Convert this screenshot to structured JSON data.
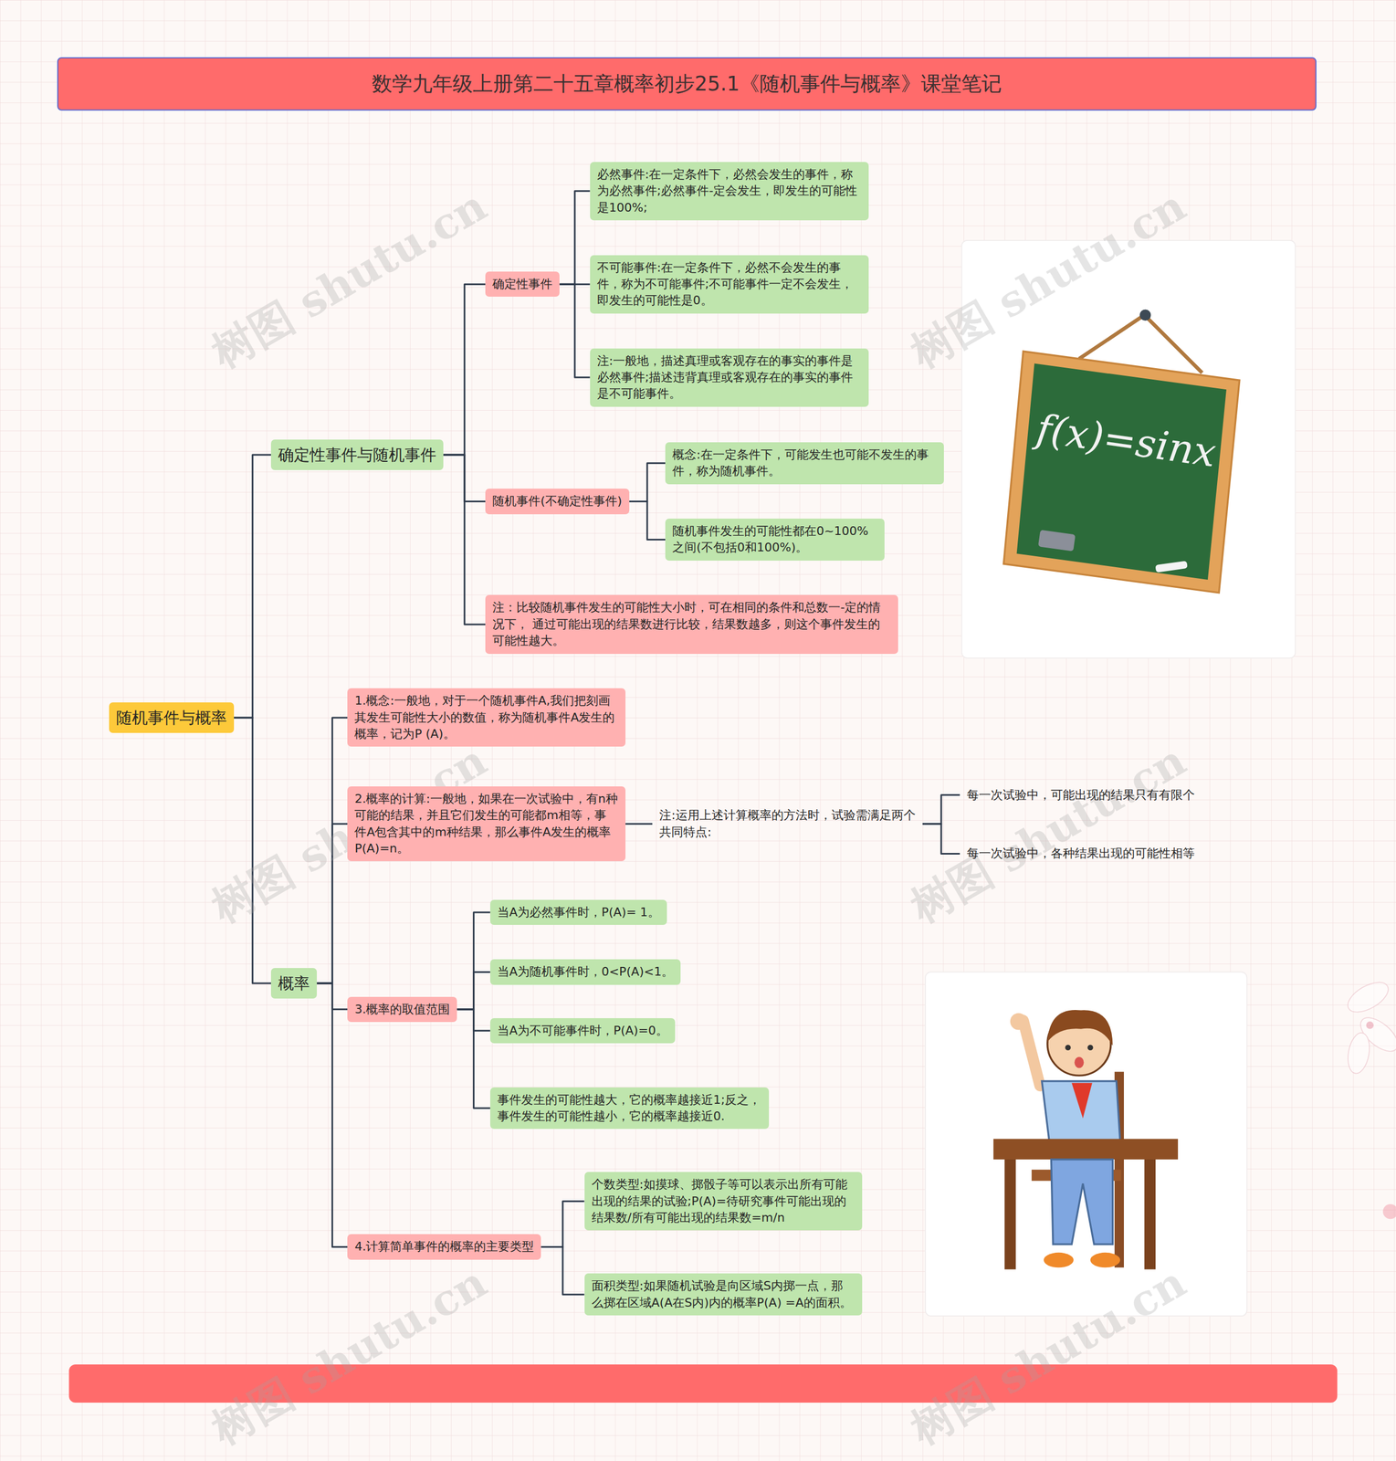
{
  "diagram": {
    "title": "数学九年级上册第二十五章概率初步25.1《随机事件与概率》课堂笔记",
    "nodes": [
      {
        "text": [
          "随机事件与概率"
        ]
      },
      {
        "text": [
          "确定性事件与随机事件"
        ]
      },
      {
        "text": [
          "确定性事件"
        ]
      },
      {
        "text": [
          "必然事件:在一定条件下，必然会发生的事件，称为必然事件;必然事件-定会发生，即发生的可能性是100%;"
        ]
      },
      {
        "text": [
          "不可能事件:在一定条件下，必然不会发生的事件，称为不可能事件;不可能事件一定不会发生， 即发生的可能性是0。"
        ]
      },
      {
        "text": [
          "注:一般地，描述真理或客观存在的事实的事件是必然事件;描述违背真理或客观存在的事实的事件是不可能事件。"
        ]
      },
      {
        "text": [
          "随机事件(不确定性事件)"
        ]
      },
      {
        "text": [
          "概念:在一定条件下，可能发生也可能不发生的事件，称为随机事件。"
        ]
      },
      {
        "text": [
          "随机事件发生的可能性都在0~100%之间(不包括0和100%)。"
        ]
      },
      {
        "text": [
          "注：比较随机事件发生的可能性大小时，可在相同的条件和总数一-定的情况下， 通过可能出现的结果数进行比较，结果数越多，则这个事件发生的可能性越大。"
        ]
      },
      {
        "text": [
          "概率"
        ]
      },
      {
        "text": [
          "1.概念:一般地，对于一个随机事件A,我们把刻画其发生可能性大小的数值，称为随机事件A发生的概率，记为P (A)。"
        ]
      },
      {
        "text": [
          "2.概率的计算:一般地，如果在一次试验中，有n种可能的结果，并且它们发生的可能都m相等，事件A包含其中的m种结果，那么事件A发生的概率P(A)=n。"
        ]
      },
      {
        "text": [
          "注:运用上述计算概率的方法时，试验需满足两个共同特点:"
        ]
      },
      {
        "text": [
          "每一次试验中，可能出现的结果只有有限个"
        ]
      },
      {
        "text": [
          "每一次试验中，各种结果出现的可能性相等"
        ]
      },
      {
        "text": [
          "3.概率的取值范围"
        ]
      },
      {
        "text": [
          "当A为必然事件时，P(A)= 1。"
        ]
      },
      {
        "text": [
          "当A为随机事件时，0<P(A)<1。"
        ]
      },
      {
        "text": [
          "当A为不可能事件时，P(A)=0。"
        ]
      },
      {
        "text": [
          "事件发生的可能性越大，它的概率越接近1;反之，事件发生的可能性越小，它的概率越接近0."
        ]
      },
      {
        "text": [
          "4.计算简单事件的概率的主要类型"
        ]
      },
      {
        "text": [
          "个数类型:如摸球、掷骰子等可以表示出所有可能出现的结果的试验;P(A)=待研究事件可能出现的结果数/所有可能出现的结果数=m/n"
        ]
      },
      {
        "text": [
          "面积类型:如果随机试验是向区域S内掷一点，那么掷在区域A(A在S内)内的概率P(A) =A的面积。"
        ]
      }
    ],
    "edges": [
      {
        "from": 0,
        "to": 1,
        "arrow": "none"
      },
      {
        "from": 0,
        "to": 10,
        "arrow": "none"
      },
      {
        "from": 1,
        "to": 2,
        "arrow": "none"
      },
      {
        "from": 1,
        "to": 6,
        "arrow": "none"
      },
      {
        "from": 1,
        "to": 9,
        "arrow": "none"
      },
      {
        "from": 2,
        "to": 3,
        "arrow": "none"
      },
      {
        "from": 2,
        "to": 4,
        "arrow": "none"
      },
      {
        "from": 2,
        "to": 5,
        "arrow": "none"
      },
      {
        "from": 6,
        "to": 7,
        "arrow": "none"
      },
      {
        "from": 6,
        "to": 8,
        "arrow": "none"
      },
      {
        "from": 10,
        "to": 11,
        "arrow": "none"
      },
      {
        "from": 10,
        "to": 12,
        "arrow": "none"
      },
      {
        "from": 10,
        "to": 16,
        "arrow": "none"
      },
      {
        "from": 10,
        "to": 21,
        "arrow": "none"
      },
      {
        "from": 12,
        "to": 13,
        "arrow": "none"
      },
      {
        "from": 13,
        "to": 14,
        "arrow": "none"
      },
      {
        "from": 13,
        "to": 15,
        "arrow": "none"
      },
      {
        "from": 16,
        "to": 17,
        "arrow": "none"
      },
      {
        "from": 16,
        "to": 18,
        "arrow": "none"
      },
      {
        "from": 16,
        "to": 19,
        "arrow": "none"
      },
      {
        "from": 16,
        "to": 20,
        "arrow": "none"
      },
      {
        "from": 21,
        "to": 22,
        "arrow": "none"
      },
      {
        "from": 21,
        "to": 23,
        "arrow": "none"
      }
    ],
    "labels": [
      "树图 shutu.cn",
      "树图 shutu.cn",
      "树图 shutu.cn",
      "树图 shutu.cn",
      "树图 shutu.cn",
      "树图 shutu.cn",
      "f(x)=sinx"
    ]
  }
}
